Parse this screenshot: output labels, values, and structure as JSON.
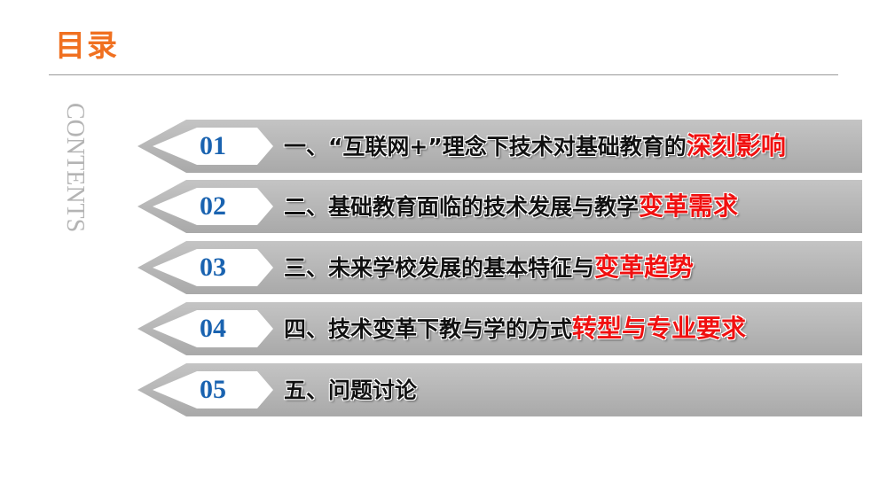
{
  "title": "目录",
  "side_label": "CONTENTS",
  "colors": {
    "title": "#f07020",
    "number": "#1a63b0",
    "highlight": "#f01010",
    "band": "#b9b9b9"
  },
  "items": [
    {
      "number": "01",
      "text": "一、“互联网+”理念下技术对基础教育的",
      "highlight": "深刻影响"
    },
    {
      "number": "02",
      "text": "二、基础教育面临的技术发展与教学",
      "highlight": "变革需求"
    },
    {
      "number": "03",
      "text": "三、未来学校发展的基本特征与",
      "highlight": "变革趋势"
    },
    {
      "number": "04",
      "text": "四、技术变革下教与学的方式",
      "highlight": "转型与专业要求"
    },
    {
      "number": "05",
      "text": "五、问题讨论",
      "highlight": ""
    }
  ]
}
